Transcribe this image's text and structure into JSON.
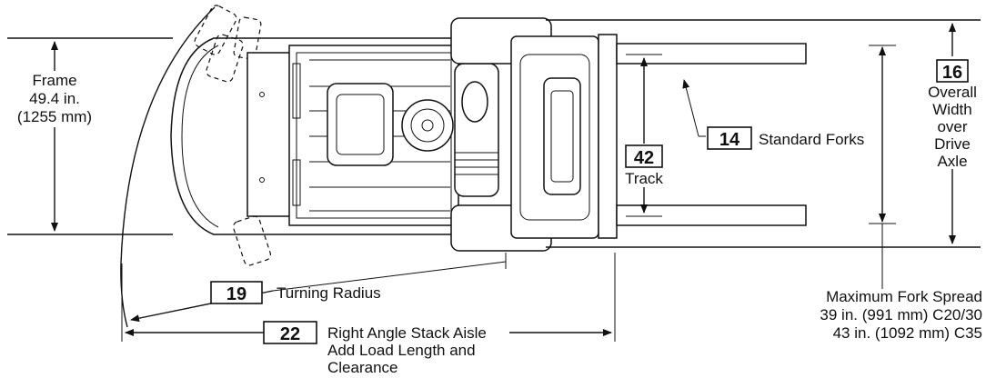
{
  "frame": {
    "label": "Frame",
    "value_in": "49.4 in.",
    "value_mm": "(1255 mm)"
  },
  "overall_width": {
    "number": "16",
    "lines": [
      "Overall",
      "Width",
      "over",
      "Drive",
      "Axle"
    ]
  },
  "standard_forks": {
    "number": "14",
    "label": "Standard Forks"
  },
  "track": {
    "number": "42",
    "label": "Track"
  },
  "turning_radius": {
    "number": "19",
    "label": "Turning Radius"
  },
  "stack_aisle": {
    "number": "22",
    "lines": [
      "Right Angle Stack Aisle",
      "Add Load Length and",
      "Clearance"
    ]
  },
  "fork_spread": {
    "lines": [
      "Maximum Fork Spread",
      "39 in. (991 mm) C20/30",
      "43 in. (1092 mm) C35"
    ]
  }
}
